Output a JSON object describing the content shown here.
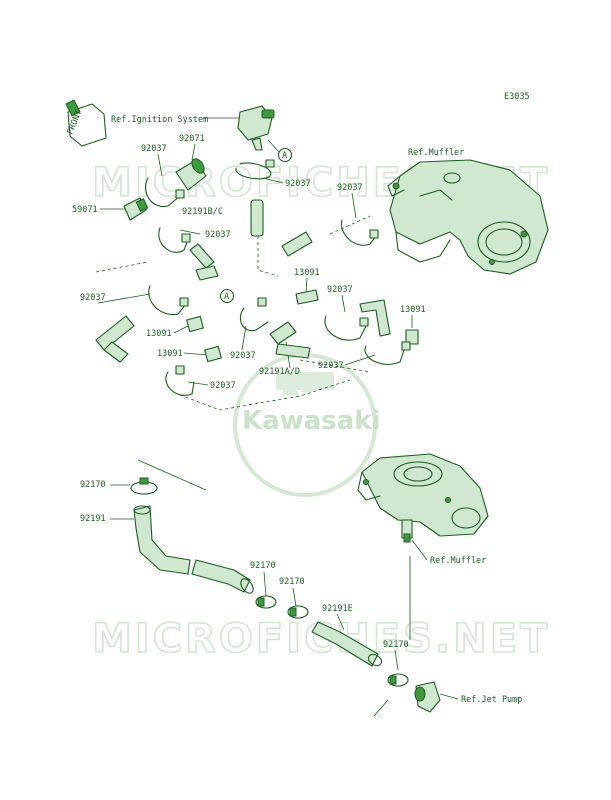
{
  "diagram_code": "E3035",
  "front_label": "FRONT",
  "watermark_text": "MICROFICHES.NET",
  "logo_text": "Kawasaki",
  "callout_letter": "A",
  "labels": {
    "ref_ignition": "Ref.Ignition System",
    "ref_muffler_top": "Ref.Muffler",
    "ref_muffler_mid": "Ref.Muffler",
    "ref_jet_pump": "Ref.Jet Pump",
    "p92071": "92071",
    "p92037_a": "92037",
    "p92037_b": "92037",
    "p92037_c": "92037",
    "p92037_d": "92037",
    "p92037_e": "92037",
    "p92037_f": "92037",
    "p92037_g": "92037",
    "p92037_h": "92037",
    "p92037_i": "92037",
    "p59071": "59071",
    "p92191bc": "92191B/C",
    "p13091_a": "13091",
    "p13091_b": "13091",
    "p13091_c": "13091",
    "p13091_d": "13091",
    "p92191ad": "92191A/D",
    "p92170_a": "92170",
    "p92170_b": "92170",
    "p92170_c": "92170",
    "p92170_d": "92170",
    "p92191": "92191",
    "p92191e": "92191E"
  },
  "colors": {
    "line": "#1b5e20",
    "part_fill": "#cfe8cf",
    "watermark": "#d2e6d2"
  }
}
